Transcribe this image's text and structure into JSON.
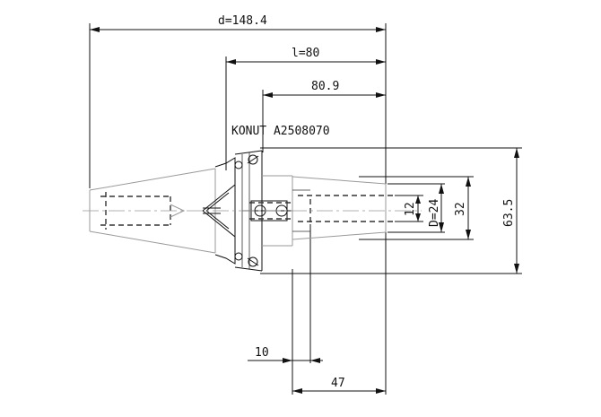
{
  "drawing": {
    "title": "KONUT A2508070",
    "dimensions": {
      "overall_length": "d=148.4",
      "length_l": "l=80",
      "length_body": "80.9",
      "dia_outer": "63.5",
      "dia_32": "32",
      "dia_bore": "D=24",
      "dia_12": "12",
      "len_10": "10",
      "len_47": "47"
    }
  }
}
